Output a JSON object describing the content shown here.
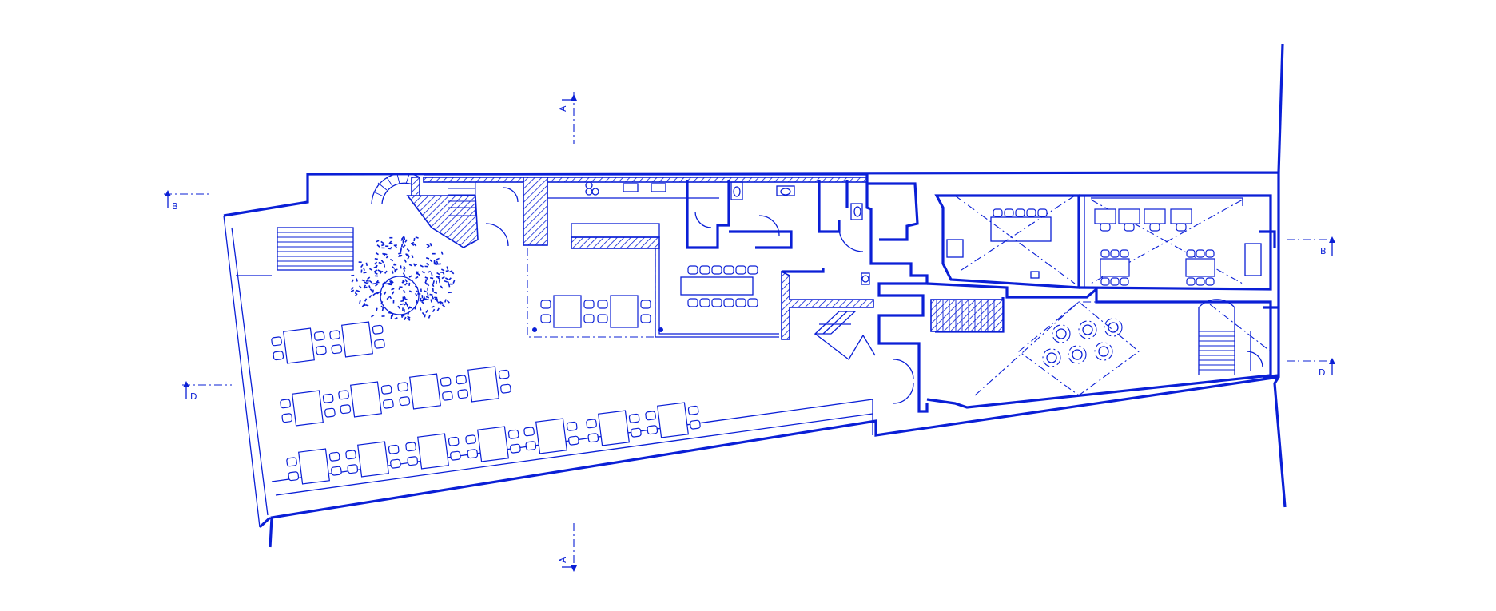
{
  "drawing": {
    "type": "floor-plan",
    "line_color": "#0a1fd6",
    "background": "#ffffff",
    "section_markers": {
      "top_a": "A",
      "bottom_a": "A",
      "left_b": "B",
      "right_b": "B",
      "left_d": "D",
      "right_d": "D"
    },
    "rooms": [
      "terrace",
      "cafe-seating",
      "dining-hall",
      "kitchen",
      "restrooms",
      "office-left",
      "office-right",
      "lounge",
      "entrance-stair"
    ],
    "icons": [
      "tree-icon",
      "stair-icon",
      "door-icon",
      "table-icon",
      "toilet-icon"
    ]
  }
}
